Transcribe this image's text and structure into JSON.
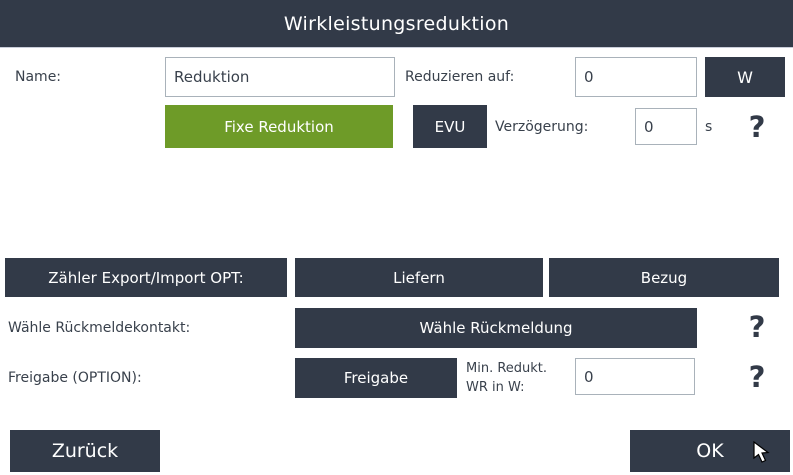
{
  "colors": {
    "header_bg": "#323a48",
    "button_dark": "#323a48",
    "button_green": "#6e9b28",
    "input_border": "#a9b2ba",
    "text": "#39414c"
  },
  "header": {
    "title": "Wirkleistungsreduktion"
  },
  "form": {
    "name_label": "Name:",
    "name_value": "Reduktion",
    "reduce_label": "Reduzieren auf:",
    "reduce_value": "0",
    "unit_button": "W",
    "fixed_reduction_button": "Fixe Reduktion",
    "evu_button": "EVU",
    "delay_label": "Verzögerung:",
    "delay_value": "0",
    "delay_unit": "s",
    "help_icon": "?"
  },
  "meter_row": {
    "export_import_button": "Zähler Export/Import OPT:",
    "deliver_button": "Liefern",
    "purchase_button": "Bezug"
  },
  "feedback_row": {
    "label": "Wähle Rückmeldekontakt:",
    "button": "Wähle Rückmeldung",
    "help_icon": "?"
  },
  "release_row": {
    "label": "Freigabe (OPTION):",
    "button": "Freigabe",
    "min_reduction_label_line1": "Min. Redukt.",
    "min_reduction_label_line2": "WR in W:",
    "min_reduction_value": "0",
    "help_icon": "?"
  },
  "footer": {
    "back_button": "Zurück",
    "ok_button": "OK"
  }
}
